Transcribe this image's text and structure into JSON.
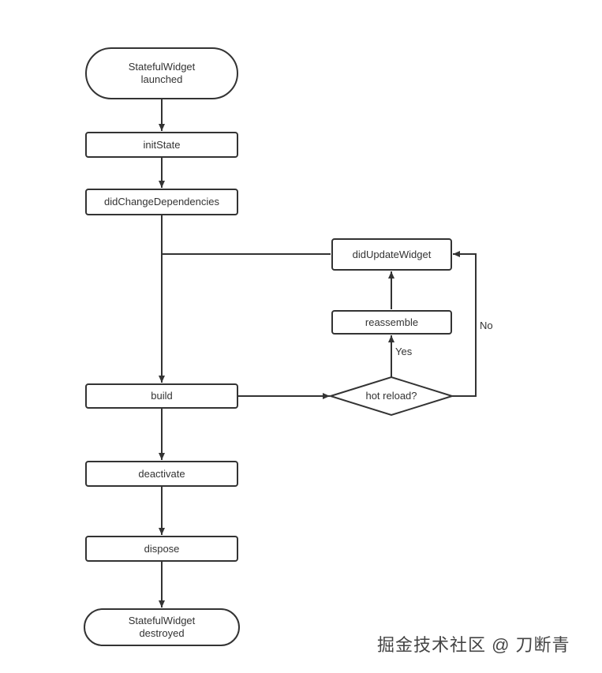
{
  "nodes": {
    "start": {
      "line1": "StatefulWidget",
      "line2": "launched"
    },
    "init_state": "initState",
    "did_change_dependencies": "didChangeDependencies",
    "did_update_widget": "didUpdateWidget",
    "reassemble": "reassemble",
    "build": "build",
    "hot_reload": "hot reload?",
    "deactivate": "deactivate",
    "dispose": "dispose",
    "end": {
      "line1": "StatefulWidget",
      "line2": "destroyed"
    }
  },
  "edge_labels": {
    "yes": "Yes",
    "no": "No"
  },
  "watermark": "掘金技术社区 @ 刀断青",
  "colors": {
    "stroke": "#333333",
    "background": "#ffffff"
  }
}
